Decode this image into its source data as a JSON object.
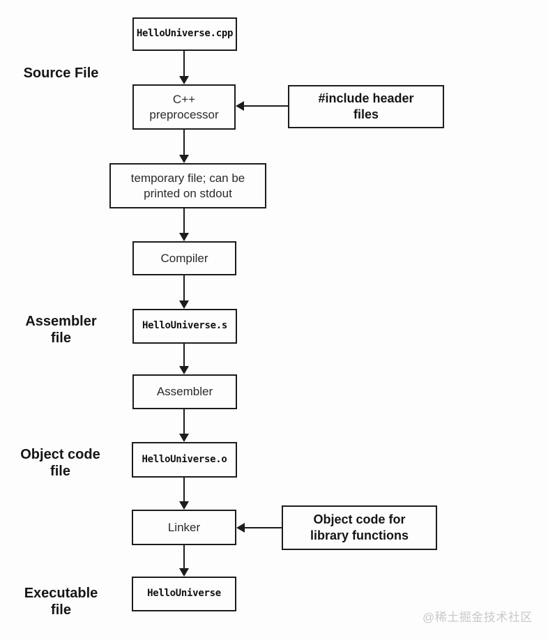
{
  "page": {
    "background": "#fdfdfd",
    "line_color": "#1c1c1c",
    "watermark_color": "#c9c9c9"
  },
  "labels": {
    "source_file": "Source File",
    "assembler_file": "Assembler\nfile",
    "object_code_file": "Object code\nfile",
    "executable_file": "Executable\nfile"
  },
  "nodes": {
    "source_cpp": "HelloUniverse.cpp",
    "preprocessor": "C++\npreprocessor",
    "temp_file": "temporary file; can be\nprinted on stdout",
    "compiler": "Compiler",
    "assembly_s": "HelloUniverse.s",
    "assembler": "Assembler",
    "object_o": "HelloUniverse.o",
    "linker": "Linker",
    "executable": "HelloUniverse"
  },
  "annotations": {
    "include_headers": "#include header\nfiles",
    "object_code_libs": "Object code for\nlibrary functions"
  },
  "watermark": "@稀土掘金技术社区"
}
